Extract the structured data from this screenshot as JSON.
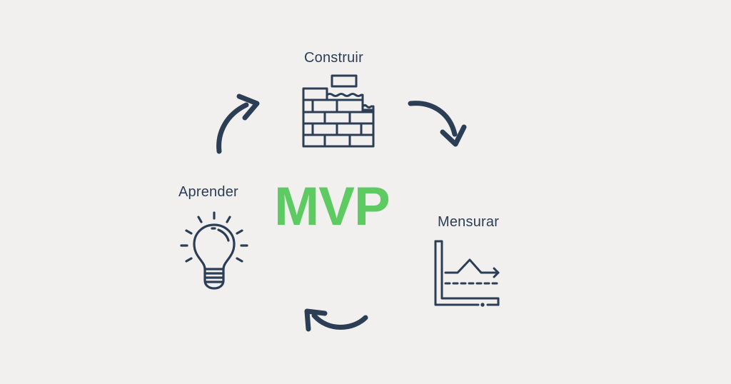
{
  "diagram": {
    "title": "MVP",
    "title_color": "#5ecb62",
    "icon_color": "#2c3e55",
    "background": "#f1f0ee",
    "stages": [
      {
        "label": "Construir",
        "icon": "brick-wall-icon"
      },
      {
        "label": "Mensurar",
        "icon": "line-chart-icon"
      },
      {
        "label": "Aprender",
        "icon": "lightbulb-icon"
      }
    ],
    "arrows": [
      {
        "from": "Aprender",
        "to": "Construir",
        "icon": "curved-arrow-icon"
      },
      {
        "from": "Construir",
        "to": "Mensurar",
        "icon": "curved-arrow-icon"
      },
      {
        "from": "Mensurar",
        "to": "Aprender",
        "icon": "curved-arrow-icon"
      }
    ]
  }
}
